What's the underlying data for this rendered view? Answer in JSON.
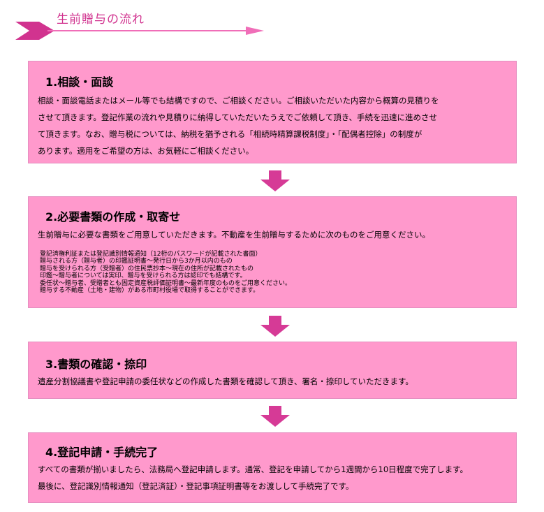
{
  "page_title": "生前贈与の流れ",
  "colors": {
    "accent": "#d1338f",
    "box": "#ff99cc",
    "arrow": "#d63a96",
    "header_line": "#f06eb8"
  },
  "icons": {
    "header": "chevron-arrow-icon",
    "step_connector": "down-arrow-icon"
  },
  "steps": [
    {
      "title": "1.相談・面談",
      "lines": [
        "相談・面談電話またはメール等でも結構ですので、ご相談ください。ご相談いただいた内容から概算の見積りを",
        "させて頂きます。登記作業の流れや見積りに納得していただいたうえでご依頼して頂き、手続を迅速に進めさせ",
        "て頂きます。なお、贈与税については、納税を猶予される「相続時精算課税制度」・「配偶者控除」の制度が",
        "あります。適用をご希望の方は、お気軽にご相談ください。"
      ]
    },
    {
      "title": "2.必要書類の作成・取寄せ",
      "lead": "生前贈与に必要な書類をご用意していただきます。不動産を生前贈与するために次のものをご用意ください。",
      "documents": [
        "登記済権利証または登記識別情報通知（12桁のパスワードが記載された書面）",
        "贈与される方（贈与者）の印鑑証明書～発行日から3か月以内のもの",
        "贈与を受けられる方（受贈者）の住民票抄本～現在の住所が記載されたもの",
        "印鑑～贈与者については実印、贈与を受けられる方は認印でも結構です。",
        "委任状～贈与者、受贈者とも固定資産税評価証明書～最新年度のものをご用意ください。",
        "贈与する不動産（土地・建物）がある市町村役場で取得することができます。"
      ]
    },
    {
      "title": "3.書類の確認・捺印",
      "lines": [
        "遺産分割協議書や登記申請の委任状などの作成した書類を確認して頂き、署名・捺印していただきます。"
      ]
    },
    {
      "title": "4.登記申請・手続完了",
      "lines": [
        "すべての書類が揃いましたら、法務局へ登記申請します。通常、登記を申請してから1週間から10日程度で完了します。",
        "最後に、登記識別情報通知（登記済証）・登記事項証明書等をお渡しして手続完了です。"
      ]
    }
  ]
}
